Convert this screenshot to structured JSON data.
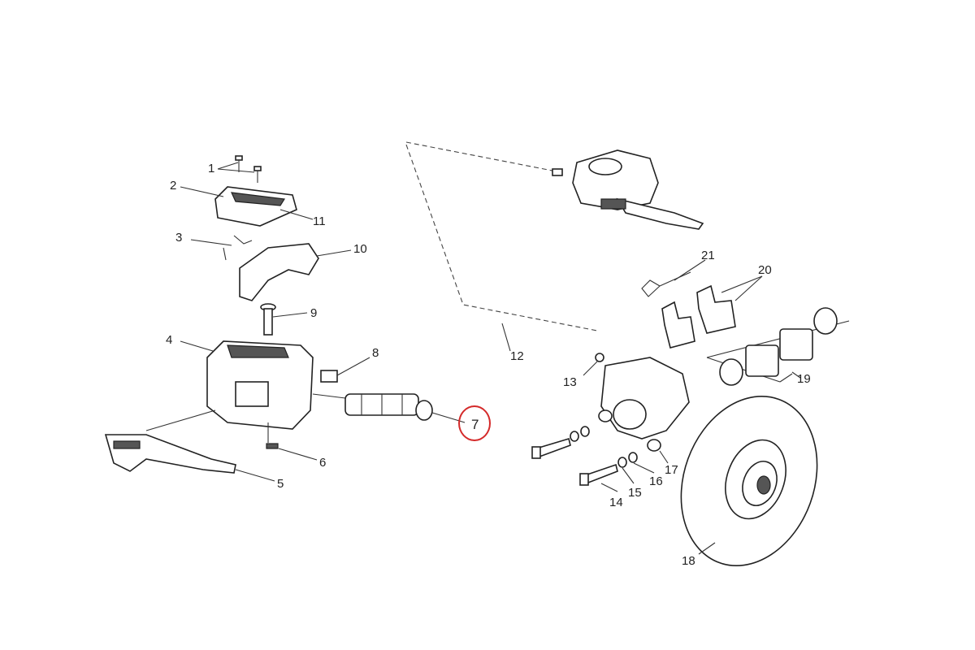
{
  "diagram": {
    "labels": {
      "p1": "1",
      "p2": "2",
      "p3": "3",
      "p4": "4",
      "p5": "5",
      "p6": "6",
      "p7": "7",
      "p8": "8",
      "p9": "9",
      "p10": "10",
      "p11": "11",
      "p12": "12",
      "p13": "13",
      "p14": "14",
      "p15": "15",
      "p16": "16",
      "p17": "17",
      "p18": "18",
      "p19": "19",
      "p20": "20",
      "p21": "21"
    },
    "highlighted_part": "7",
    "highlight_color": "#d42a2a"
  }
}
